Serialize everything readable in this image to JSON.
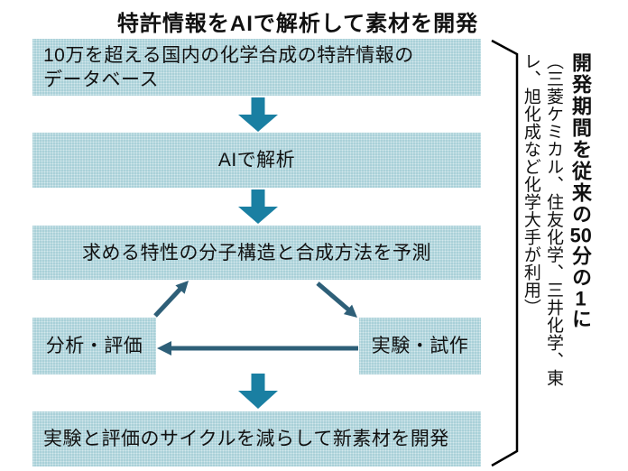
{
  "title": "特許情報をAIで解析して素材を開発",
  "flow": {
    "box_db_line1": "10万を超える国内の化学合成の特許情報の",
    "box_db_line2": "データベース",
    "box_ai": "AIで解析",
    "box_predict": "求める特性の分子構造と合成方法を予測",
    "box_analysis": "分析・評価",
    "box_experiment": "実験・試作",
    "box_final": "実験と評価のサイクルを減らして新素材を開発"
  },
  "sidebar": {
    "headline_parts": [
      "開発期間を従来の",
      "50",
      "分の",
      "1",
      "に"
    ],
    "note": "（三菱ケミカル、住友化学、三井化学、東レ、旭化成など化学大手が利用）"
  },
  "colors": {
    "box_fill": "#a9d0d8",
    "big_arrow": "#1a7fa2",
    "cycle_arrow": "#2e5f78",
    "text": "#111111"
  }
}
